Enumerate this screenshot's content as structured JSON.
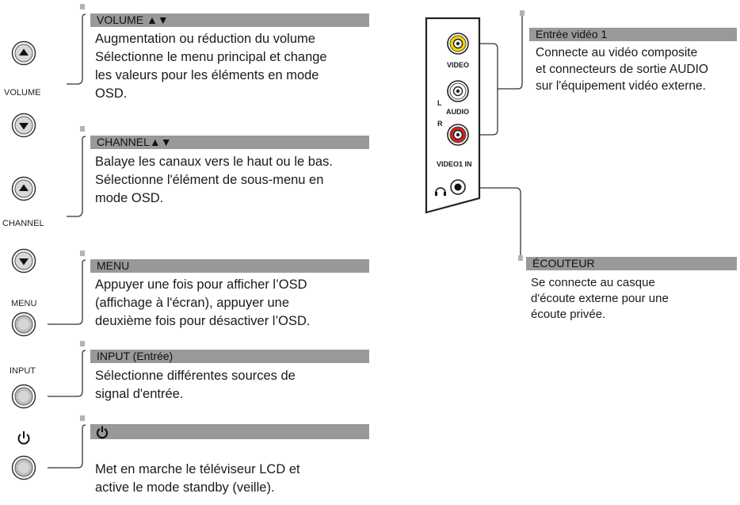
{
  "buttons": {
    "volume_label": "VOLUME",
    "channel_label": "CHANNEL",
    "menu_label": "MENU",
    "input_label": "INPUT",
    "power_icon": "power-icon"
  },
  "sections": {
    "volume": {
      "title": "VOLUME ▲▼",
      "lines": [
        "Augmentation ou réduction du volume",
        "Sélectionne le menu principal et change",
        "les valeurs pour les éléments en mode",
        "OSD."
      ]
    },
    "channel": {
      "title": "CHANNEL▲▼",
      "lines": [
        "Balaye les canaux vers le haut ou le bas.",
        "Sélectionne l'élément de sous-menu en",
        "mode OSD."
      ]
    },
    "menu": {
      "title": "MENU",
      "lines": [
        "Appuyer une fois pour afficher l’OSD",
        "(affichage à l'écran), appuyer une",
        "deuxième fois pour désactiver l’OSD."
      ]
    },
    "input": {
      "title": "INPUT (Entrée)",
      "lines": [
        "Sélectionne différentes sources de",
        "signal d'entrée."
      ]
    },
    "power": {
      "lines": [
        "Met en marche le téléviseur LCD et",
        "active le mode standby (veille)."
      ]
    },
    "video_input": {
      "title": "Entrée vidéo 1",
      "lines": [
        "Connecte au vidéo composite",
        "et connecteurs de sortie AUDIO",
        "sur l'équipement vidéo externe."
      ]
    },
    "headphone": {
      "title": "ÉCOUTEUR",
      "lines": [
        "Se connecte au casque",
        "d'écoute externe pour une",
        "écoute privée."
      ]
    }
  },
  "panel": {
    "video_label": "VIDEO",
    "audio_label": "AUDIO",
    "left_label": "L",
    "right_label": "R",
    "video1_in_label": "VIDEO1 IN",
    "colors": {
      "video_jack": "#f2d600",
      "right_jack": "#d62020",
      "left_jack": "#ffffff"
    }
  }
}
